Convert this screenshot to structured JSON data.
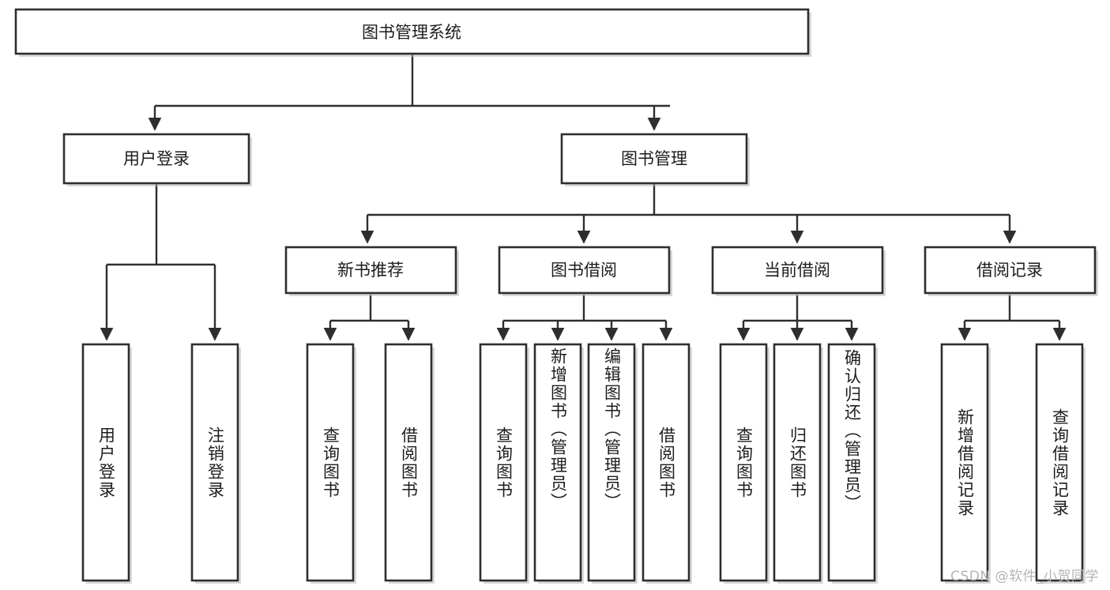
{
  "diagram": {
    "type": "tree-hierarchy",
    "title": "图书管理系统",
    "orientation": "top-down",
    "colors": {
      "box_stroke": "#2e2e2e",
      "box_fill": "#ffffff",
      "connector": "#2e2e2e",
      "text": "#1d1d1d",
      "background": "#ffffff",
      "watermark": "#b4b4b4"
    },
    "root": {
      "label": "图书管理系统"
    },
    "level2": [
      {
        "label": "用户登录"
      },
      {
        "label": "图书管理"
      }
    ],
    "level3": [
      {
        "label": "新书推荐"
      },
      {
        "label": "图书借阅"
      },
      {
        "label": "当前借阅"
      },
      {
        "label": "借阅记录"
      }
    ],
    "leaves": {
      "user_login": [
        {
          "label": "用户登录"
        },
        {
          "label": "注销登录"
        }
      ],
      "new_book_recommend": [
        {
          "label": "查询图书"
        },
        {
          "label": "借阅图书"
        }
      ],
      "book_borrow": [
        {
          "label": "查询图书"
        },
        {
          "label": "新增图书（管理员）"
        },
        {
          "label": "编辑图书（管理员）"
        },
        {
          "label": "借阅图书"
        }
      ],
      "current_borrow": [
        {
          "label": "查询图书"
        },
        {
          "label": "归还图书"
        },
        {
          "label": "确认归还（管理员）"
        }
      ],
      "borrow_record": [
        {
          "label": "新增借阅记录"
        },
        {
          "label": "查询借阅记录"
        }
      ]
    }
  },
  "watermark": {
    "text": "CSDN @软件_小贺同学"
  }
}
